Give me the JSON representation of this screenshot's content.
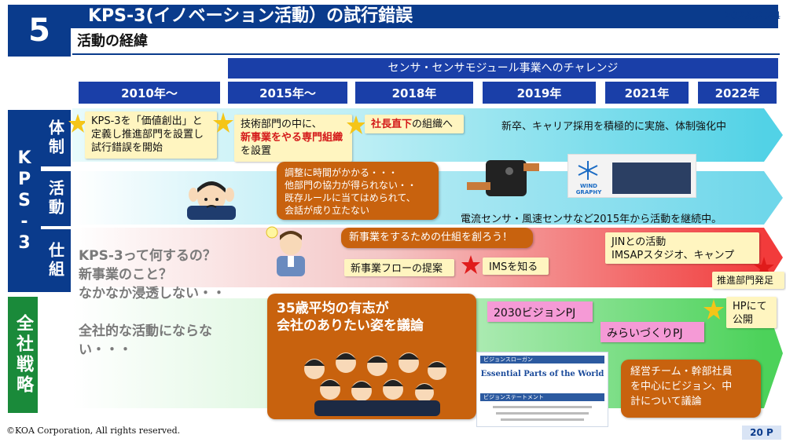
{
  "header": {
    "number": "5",
    "title": "KPS-3(イノベーション活動）の試行錯誤",
    "date": "2023.2.24",
    "subtitle": "活動の経緯"
  },
  "banner": "センサ・センサモジュール事業へのチャレンジ",
  "years": [
    "2010年～",
    "2015年～",
    "2018年",
    "2019年",
    "2021年",
    "2022年"
  ],
  "side": {
    "kps": "KPS-3",
    "categories": [
      "体制",
      "活動",
      "仕組"
    ],
    "strategy": "全社戦略"
  },
  "taisei": {
    "note1": "KPS-3を「価値創出」と定義し推進部門を設置し試行錯誤を開始",
    "note2_a": "技術部門の中に、",
    "note2_b": "新事業をやる専門組織",
    "note2_c": "を設置",
    "note3_a": "社長直下",
    "note3_b": "の組織へ",
    "text": "新卒、キャリア採用を積極的に実施、体制強化中"
  },
  "katsudo": {
    "bubble": [
      "調整に時間がかかる・・・",
      "他部門の協力が得られない・・",
      "既存ルールに当てはめられて、",
      "会話が成り立たない"
    ],
    "text": "電流センサ・風速センサなど2015年から活動を継続中。",
    "logo": "WIND GRAPHY"
  },
  "shikumi": {
    "question": [
      "KPS-3って何するの？",
      "新事業のこと？",
      "なかなか浸透しない・・"
    ],
    "bubble": "新事業をするための仕組を創ろう！",
    "flow": "新事業フローの提案",
    "ims": "IMSを知る",
    "jin": [
      "JINとの活動",
      "IMSAPスタジオ、キャンプ"
    ],
    "dept": "推進部門発足"
  },
  "strategy": {
    "gray": [
      "全社的な活動にならな",
      "い・・・"
    ],
    "bubble": [
      "35歳平均の有志が",
      "会社のありたい姿を議論"
    ],
    "pj1": "2030ビジョンPJ",
    "pj2": "みらいづくりPJ",
    "hp": [
      "HPにて",
      "公開"
    ],
    "exec": [
      "経営チーム・幹部社員",
      "を中心にビジョン、中",
      "計について議論"
    ],
    "vision_label": "ビジョンスローガン",
    "vision_slogan": "Essential Parts of the World",
    "vision_statement": "ビジョンステートメント"
  },
  "footer": "©KOA Corporation, All rights reserved.",
  "page": "20 P"
}
